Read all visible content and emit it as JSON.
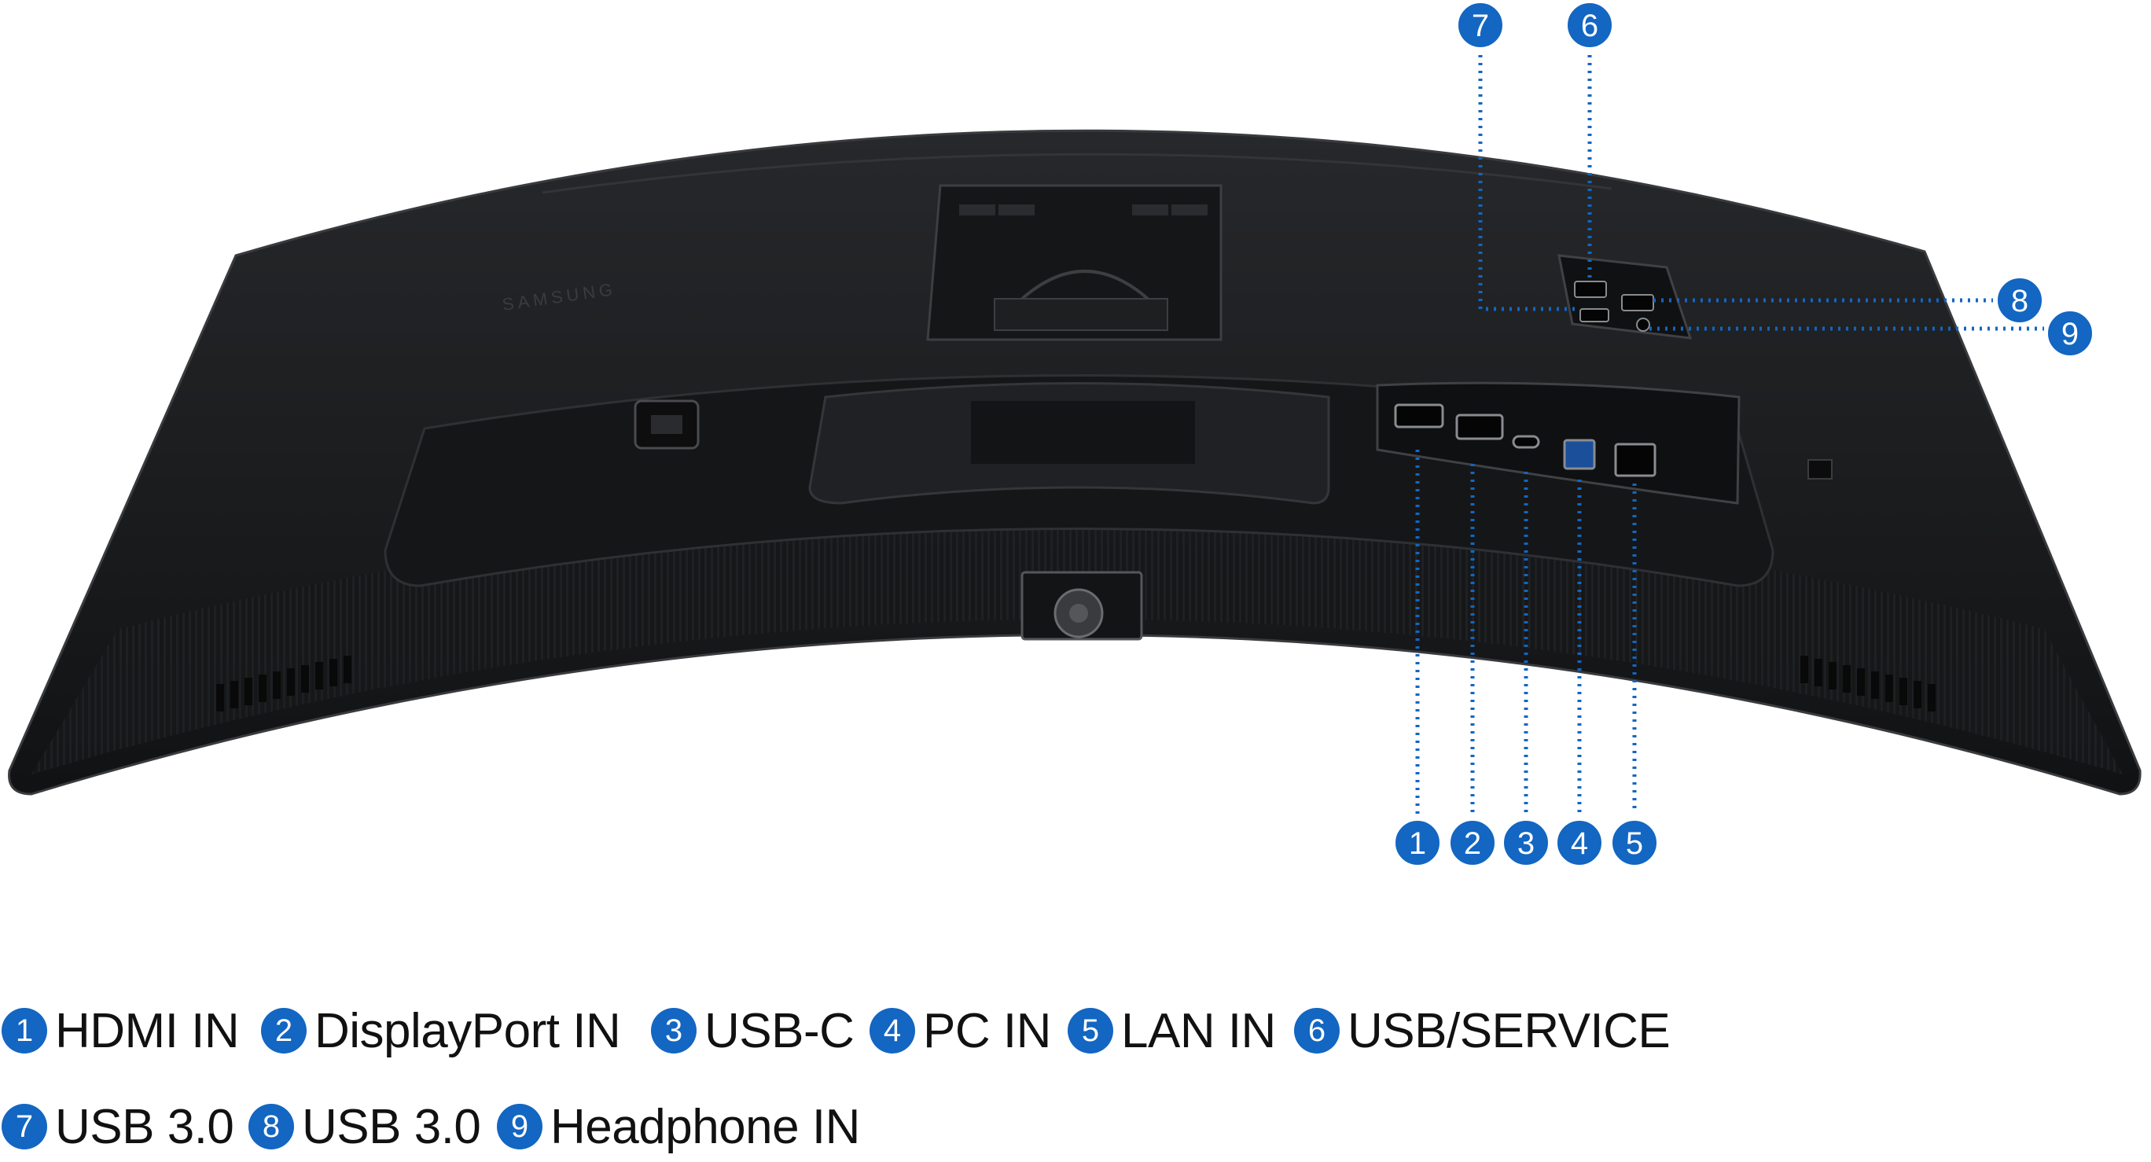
{
  "diagram": {
    "brand_text": "SAMSUNG",
    "accent_color": "#1366c2",
    "body_color": "#1c1d1f",
    "callouts": [
      {
        "number": "1"
      },
      {
        "number": "2"
      },
      {
        "number": "3"
      },
      {
        "number": "4"
      },
      {
        "number": "5"
      },
      {
        "number": "6"
      },
      {
        "number": "7"
      },
      {
        "number": "8"
      },
      {
        "number": "9"
      }
    ]
  },
  "legend": {
    "row1": [
      {
        "number": "1",
        "label": "HDMI IN"
      },
      {
        "number": "2",
        "label": "DisplayPort IN"
      },
      {
        "number": "3",
        "label": "USB-C"
      },
      {
        "number": "4",
        "label": "PC IN"
      },
      {
        "number": "5",
        "label": "LAN IN"
      },
      {
        "number": "6",
        "label": "USB/SERVICE"
      }
    ],
    "row2": [
      {
        "number": "7",
        "label": "USB 3.0"
      },
      {
        "number": "8",
        "label": "USB 3.0"
      },
      {
        "number": "9",
        "label": "Headphone IN"
      }
    ]
  }
}
